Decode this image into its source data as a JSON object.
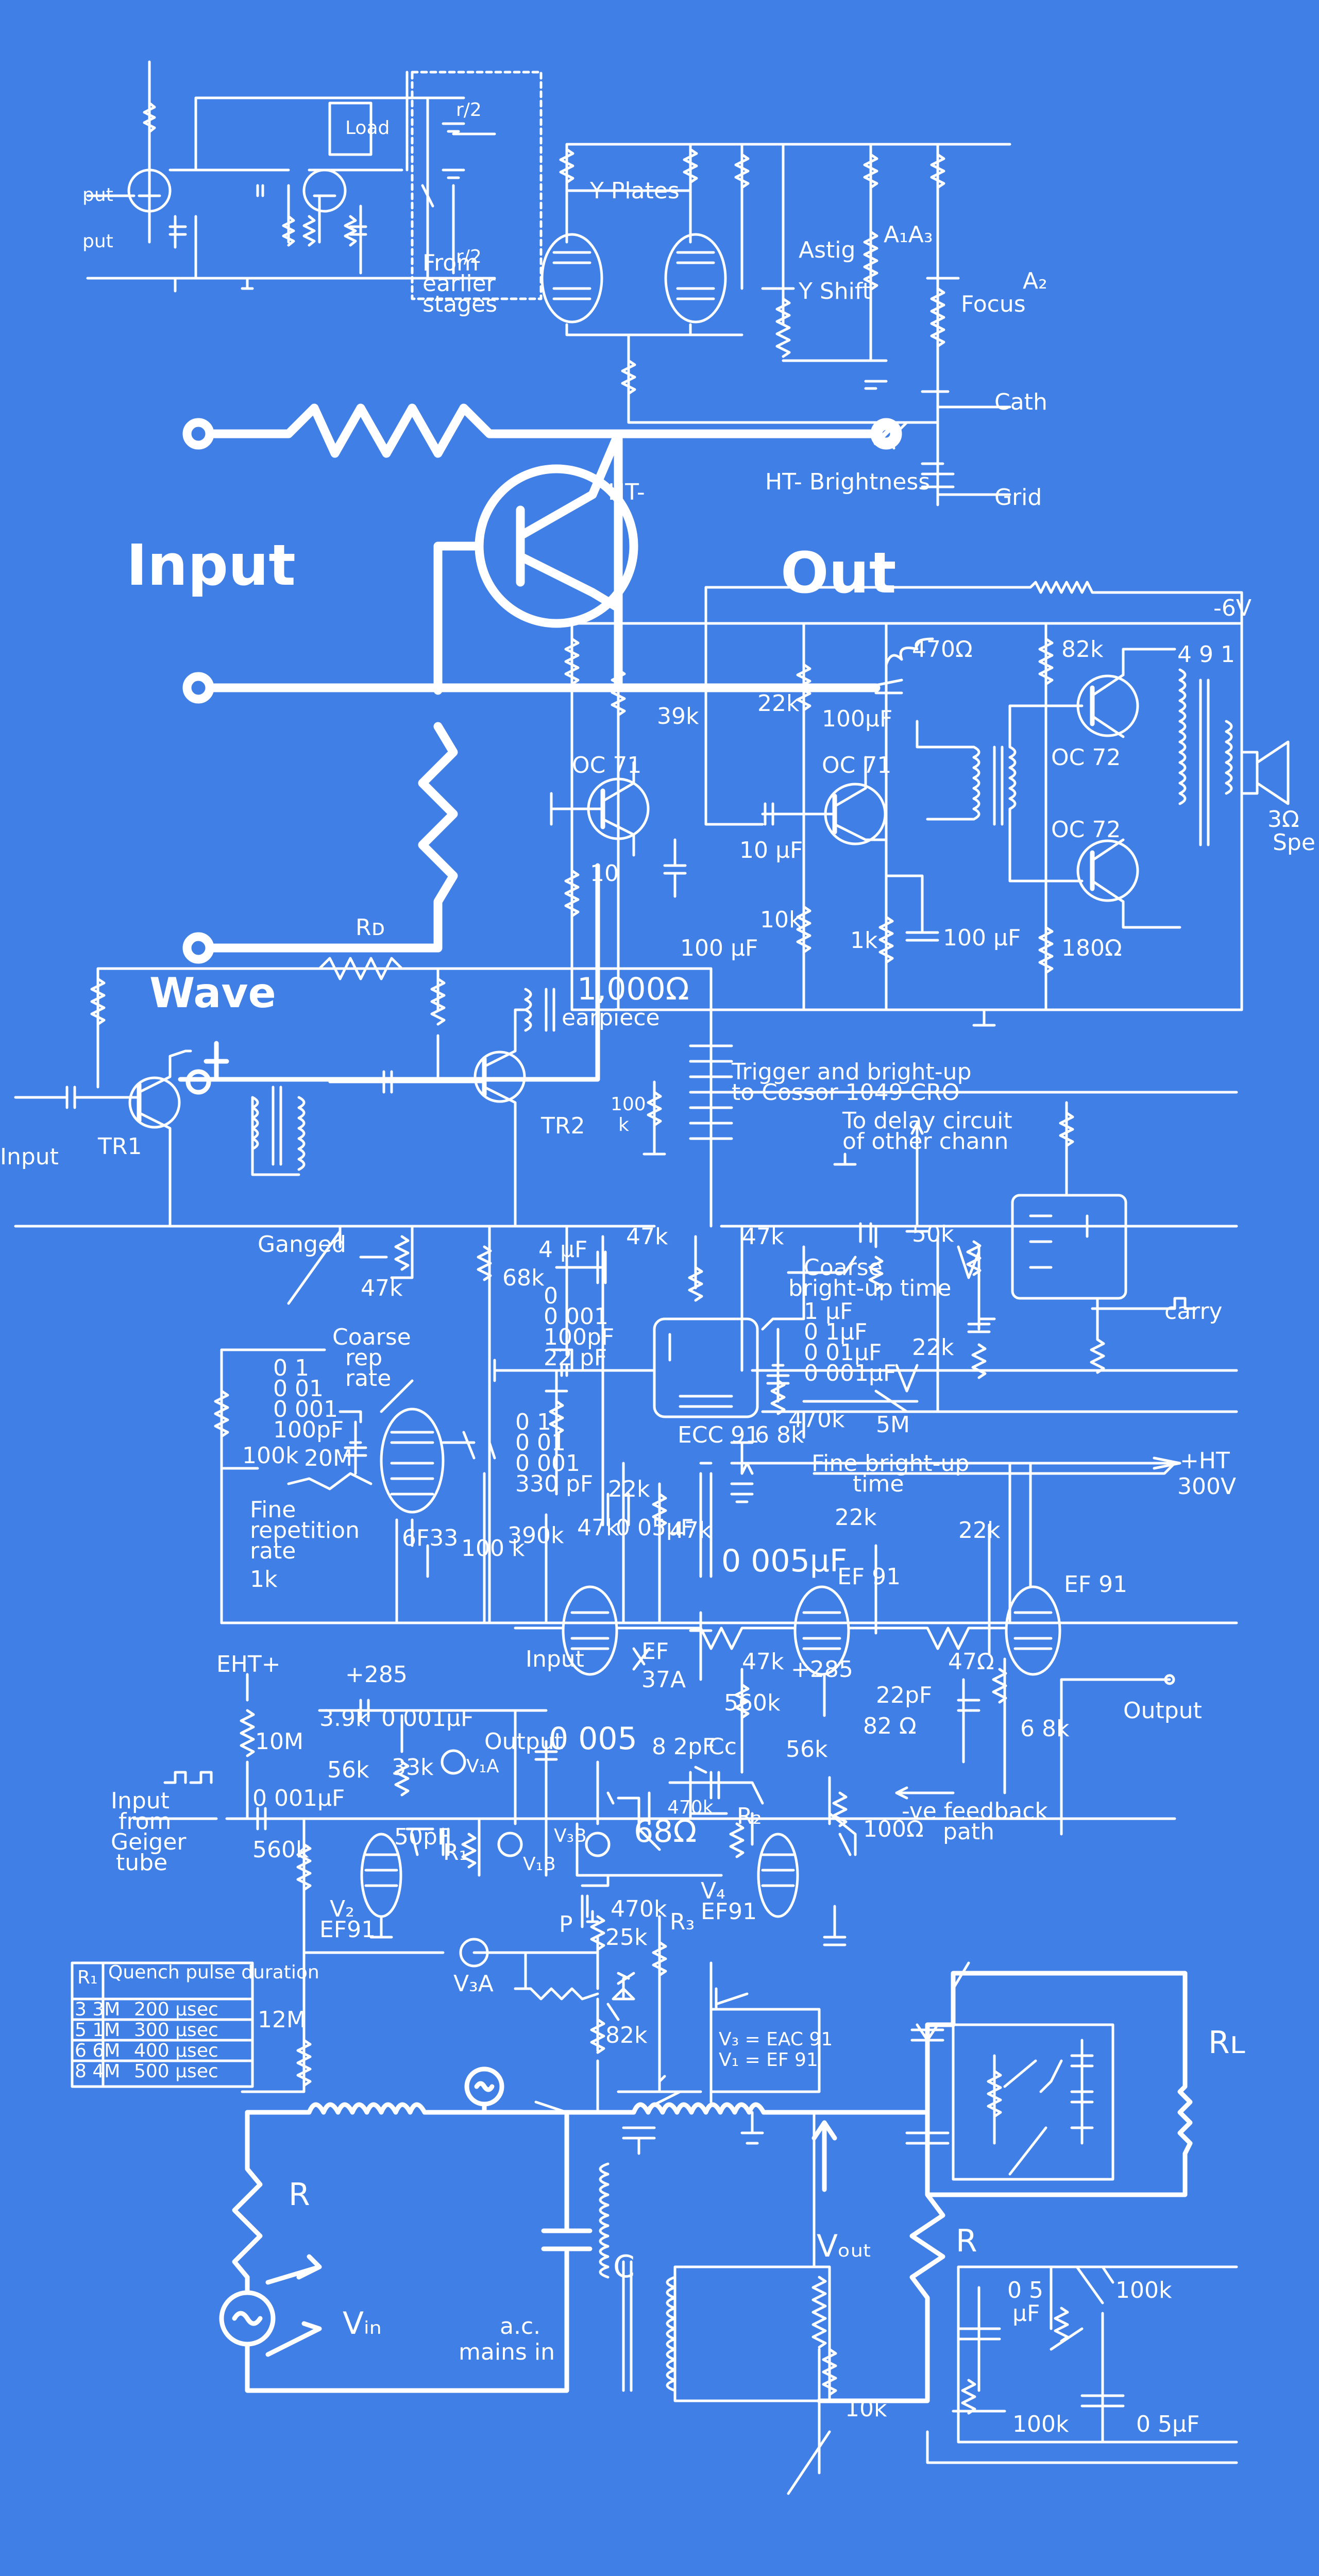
{
  "labels": {
    "put": "put",
    "put2": "put",
    "load": "Load",
    "r2a": "r/2",
    "r2b": "r/2",
    "from": "From",
    "earlier": "earlier",
    "stages": "stages",
    "y_plates": "Y Plates",
    "astig": "Astig",
    "y_shift": "Y Shift",
    "a1a3": "A₁A₃",
    "a2": "A₂",
    "focus": "Focus",
    "cath": "Cath",
    "grid": "Grid",
    "ht": "HT-",
    "ht_brightness": "HT- Brightness",
    "input_big": "Input",
    "out_big": "Out",
    "minus6v": "-6V",
    "r470": "470Ω",
    "r82k": "82k",
    "r49": "4 9 1",
    "r22k_a": "22k",
    "c100uF_a": "100µF",
    "r39k": "39k",
    "r10": "10",
    "oc71a": "OC 71",
    "oc71b": "OC 71",
    "oc72a": "OC 72",
    "oc72b": "OC 72",
    "c10uF": "10 µF",
    "r10k": "10k",
    "r1k": "1k",
    "c100uF_b": "100 µF",
    "c100uF_c": "100 µF",
    "r180": "180Ω",
    "spk": "3Ω",
    "spk2": "Spe",
    "rd": "Rᴅ",
    "wave": "Wave",
    "r1000": "1,000Ω",
    "earpiece": "earpiece",
    "tr1": "TR1",
    "tr2": "TR2",
    "input_small": "Input",
    "r100k": "100",
    "r100k2": "k",
    "trigger1": "Trigger and bright-up",
    "trigger2": "to Cossor 1049 CRO",
    "delay1": "To delay circuit",
    "delay2": "of other chann",
    "carry": "carry",
    "ganged": "Ganged",
    "c4uF": "4 µF",
    "r47k_a": "47k",
    "r47k_b": "47k",
    "r47k_c": "47k",
    "r68k_a": "68k",
    "coarse_rep": "Coarse",
    "coarse_rep2": "rep",
    "coarse_rep3": "rate",
    "coarse_bright": "Coarse",
    "coarse_bright2": "bright-up time",
    "cap_list_a": [
      "0 1",
      "0 01",
      "0 001",
      "100pF"
    ],
    "cap_list_b": [
      "0",
      "0 001",
      "100pF",
      "22 pF"
    ],
    "cap_list_c": [
      "1 µF",
      "0 1µF",
      "0 01µF",
      "0 001µF"
    ],
    "cap_list_d": [
      "0 1",
      "0 01",
      "0 001",
      "330 pF"
    ],
    "r50k": "50k",
    "r22k_b": "22k",
    "r5m": "5M",
    "ecc91": "ECC 91",
    "r68k_b": "6 8k",
    "r470k_a": "470k",
    "r100k_a": "100k",
    "r20m": "20M",
    "fine_rep": "Fine",
    "fine_rep2": "repetition",
    "fine_rep3": "rate",
    "r1k_b": "1k",
    "ef33": "6F33",
    "r100k_b": "100 k",
    "r390k": "390k",
    "r47k_d": "47k",
    "r22k_c": "22k",
    "c005uF": "0 05µF",
    "r47k_e": "47k",
    "fine_bright": "Fine bright-up",
    "fine_bright2": "time",
    "ht300": "+HT",
    "ht300b": "300V",
    "c0005": "0 005µF",
    "r22k_d": "22k",
    "r22k_e": "22k",
    "ef91a": "EF 91",
    "ef91b": "EF 91",
    "ef37a": "EF",
    "ef37a2": "37A",
    "eht": "EHT+",
    "r285": "+285",
    "r285b": "+285",
    "r10m": "10M",
    "r39k_b": "3.9k",
    "c0001uF": "0 001µF",
    "r56k": "56k",
    "r33k": "33k",
    "v1a": "V₁A",
    "input_geiger1": "Input",
    "input_geiger2": "from",
    "input_geiger3": "Geiger",
    "input_geiger4": "tube",
    "c0001uF_b": "0 001µF",
    "r560k": "560k",
    "c50pF": "50pF",
    "r1": "R₁",
    "v1b": "V₁B",
    "v3b": "V₃B",
    "v2": "V₂",
    "v2b": "EF91",
    "output_a": "Output",
    "c0005b": "0 005",
    "c82pF": "8 2pF",
    "cc": "Cᴄ",
    "r470kb": "470k",
    "r2": "R₂",
    "r68": "68Ω",
    "v4": "V₄",
    "v4b": "EF91",
    "r560k_b": "560k",
    "r47r": "47Ω",
    "r56k_b": "56k",
    "c22pF": "22pF",
    "r82": "82 Ω",
    "r68k_c": "6 8k",
    "output_b": "Output",
    "ve_feedback": "-ve feedback",
    "ve_feedback2": "path",
    "r100r": "100Ω",
    "p": "P",
    "r25k": "25k",
    "r470k_c": "470k",
    "r3": "R₃",
    "v3a": "V₃A",
    "r12m": "12M",
    "r82k_b": "82k",
    "v3eq": "V₃ = EAC 91",
    "v1eq": "V₁ = EF 91",
    "rl": "Rʟ",
    "r_big": "R",
    "r_big2": "R",
    "vin": "Vᵢₙ",
    "c_big": "C",
    "vout": "Vₒᵤₜ",
    "ac1": "a.c.",
    "ac2": "mains in",
    "r10k_b": "10k",
    "c05a": "0 5",
    "c05a2": "µF",
    "r100k_c": "100k",
    "r100k_d": "100k",
    "c05b": "0 5µF"
  },
  "quench_table": {
    "header": [
      "R₁",
      "Quench pulse duration"
    ],
    "rows": [
      [
        "3 3M",
        "200 µsec"
      ],
      [
        "5 1M",
        "300 µsec"
      ],
      [
        "6 6M",
        "400 µsec"
      ],
      [
        "8 4M",
        "500 µsec"
      ]
    ]
  }
}
